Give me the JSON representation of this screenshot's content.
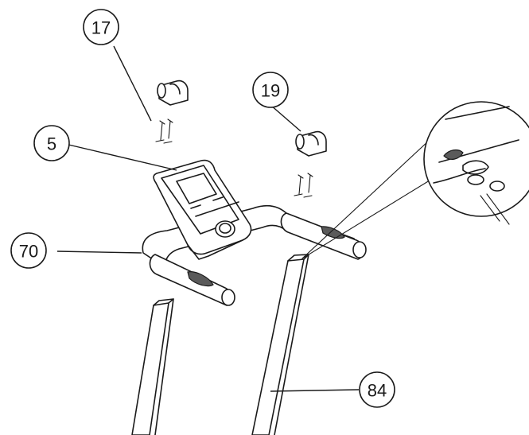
{
  "callouts": {
    "c17": "17",
    "c19": "19",
    "c5": "5",
    "c70": "70",
    "c84": "84"
  }
}
